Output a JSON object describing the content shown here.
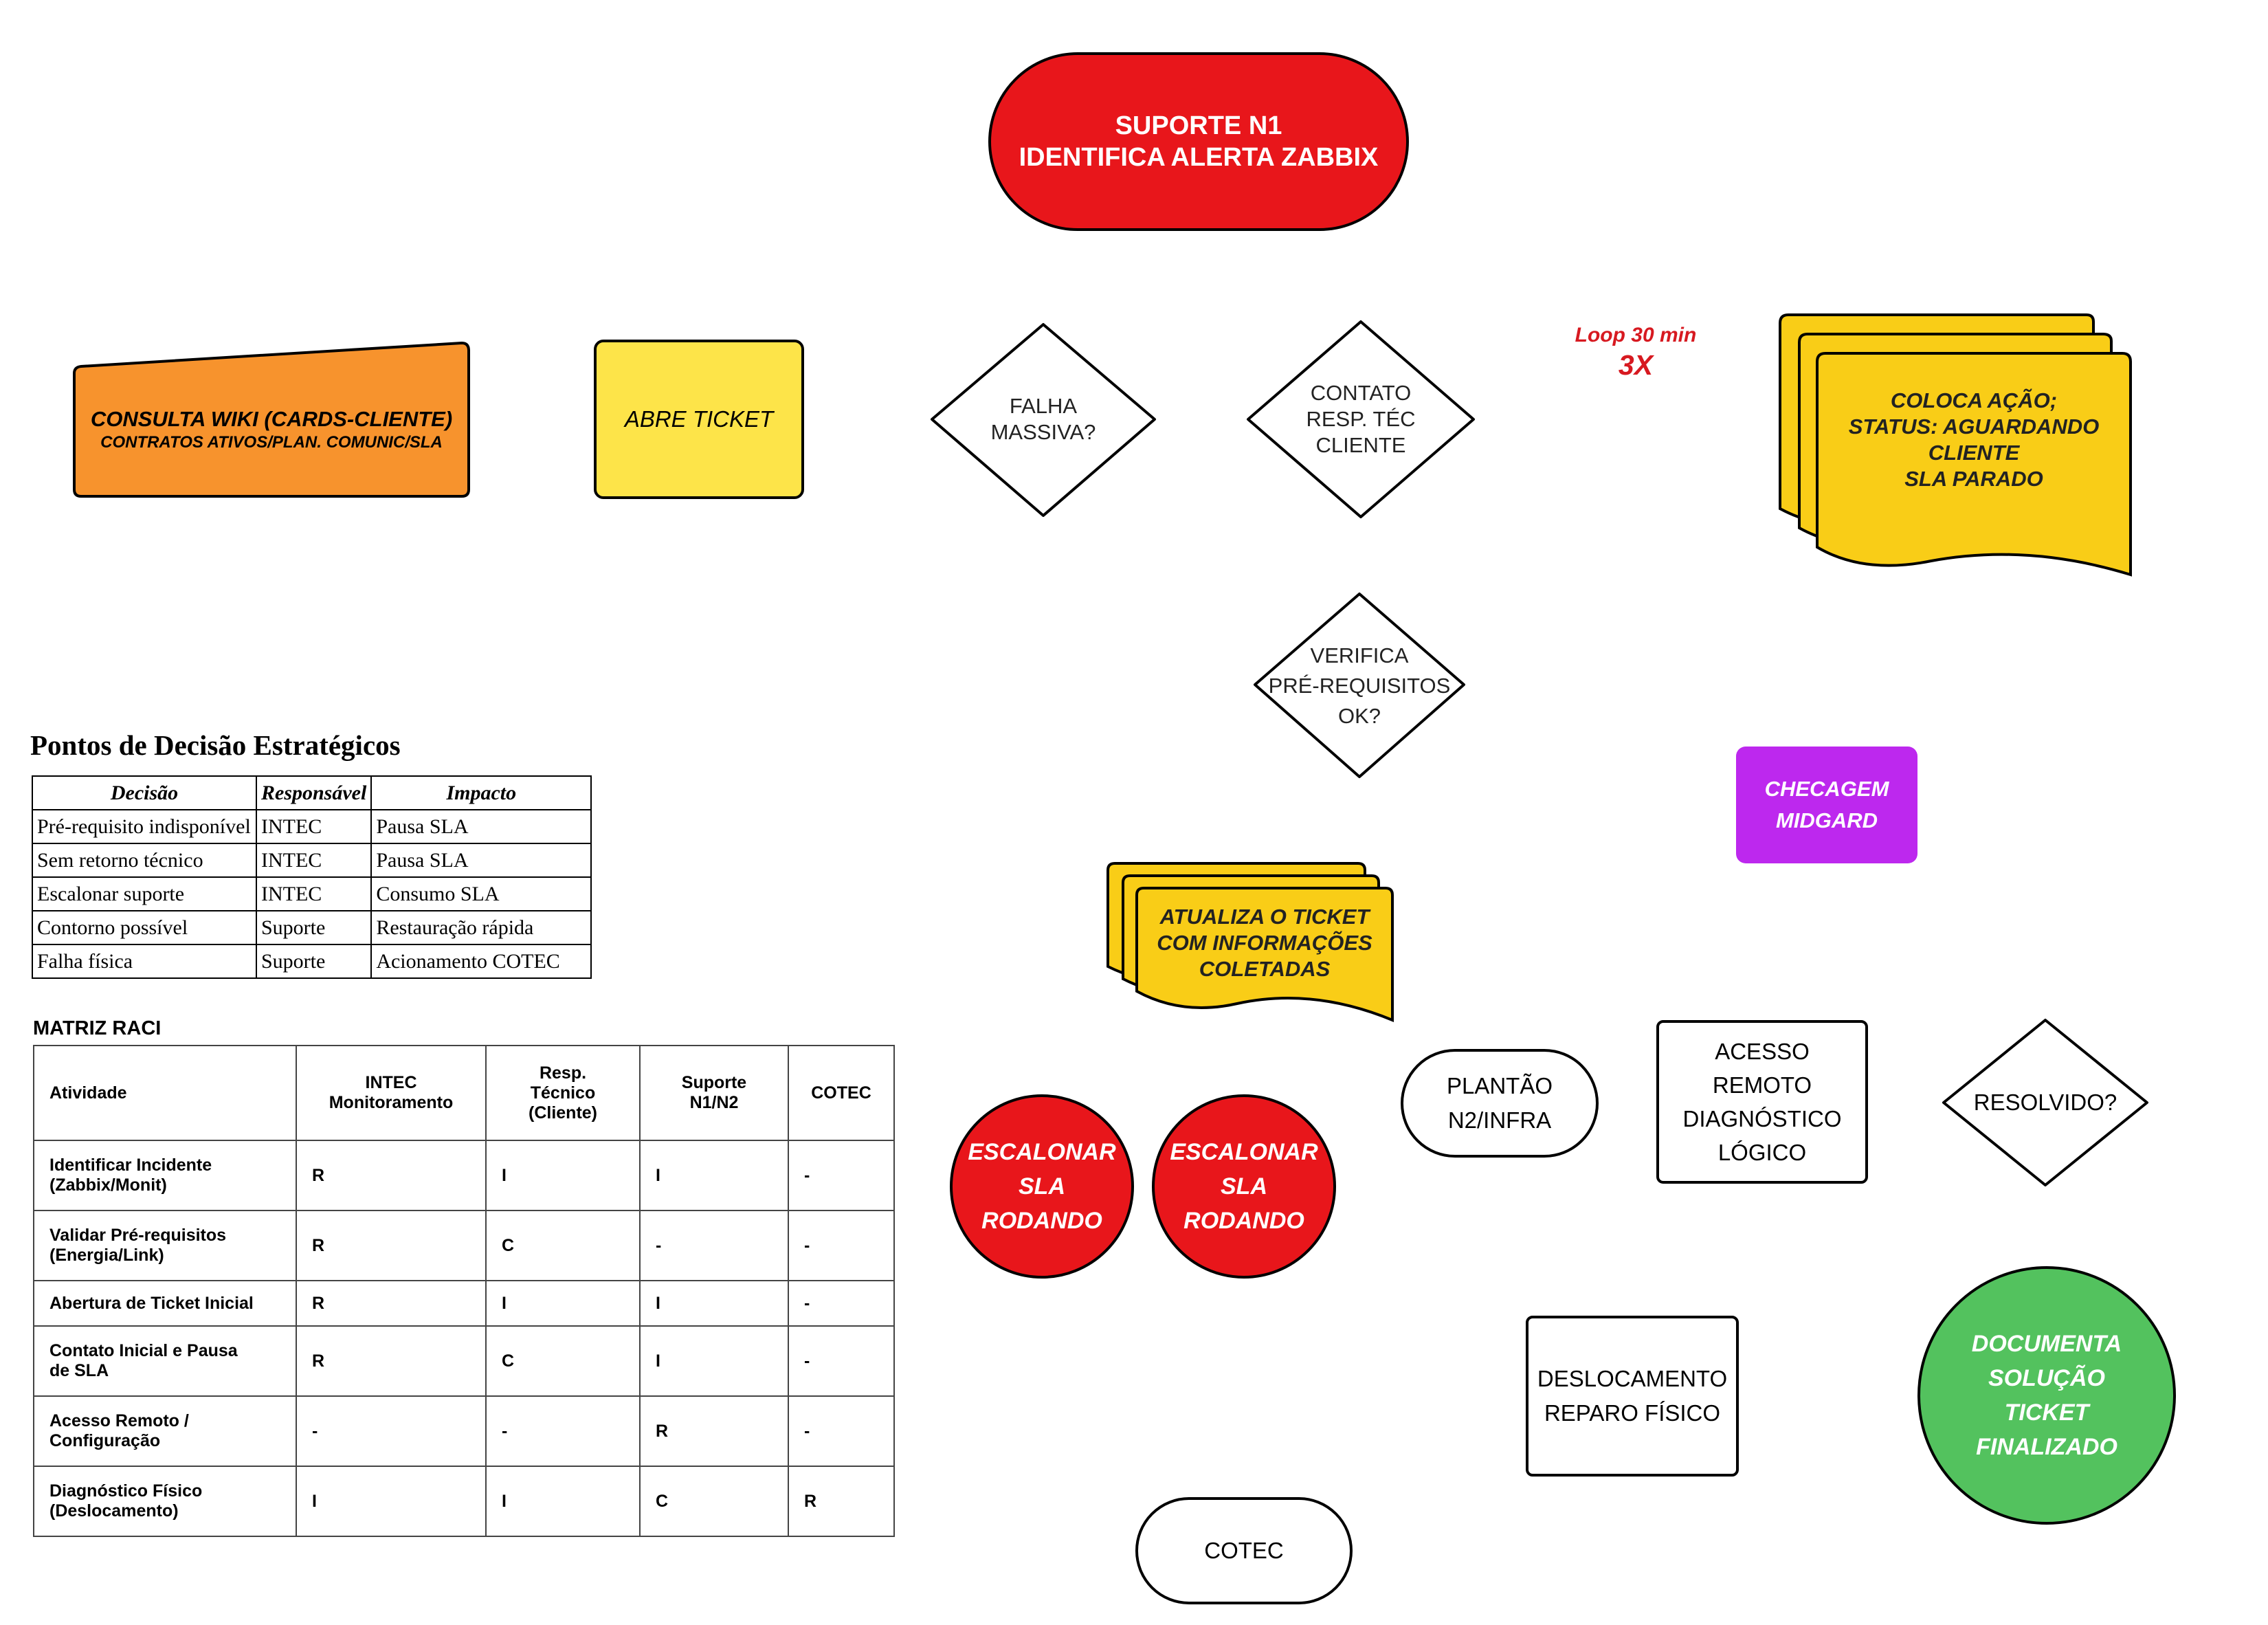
{
  "colors": {
    "red": "#e8161b",
    "orange": "#f7932d",
    "yellow_light": "#fde449",
    "yellow": "#f9cd17",
    "purple": "#bd28ee",
    "green": "#53c25e",
    "annotation_red": "#d71920"
  },
  "flow": {
    "start": {
      "line1": "SUPORTE N1",
      "line2": "IDENTIFICA ALERTA ZABBIX"
    },
    "wiki": {
      "line1": "CONSULTA WIKI (CARDS-CLIENTE)",
      "line2": "CONTRATOS ATIVOS/PLAN. COMUNIC/SLA"
    },
    "ticket": {
      "label": "ABRE TICKET"
    },
    "falha": {
      "line1": "FALHA",
      "line2": "MASSIVA?"
    },
    "contato": {
      "line1": "CONTATO",
      "line2": "RESP. TÉC",
      "line3": "CLIENTE"
    },
    "loop": {
      "line1": "Loop 30 min",
      "line2": "3X"
    },
    "acao": {
      "line1": "COLOCA AÇÃO;",
      "line2": "STATUS: AGUARDANDO",
      "line3": "CLIENTE",
      "line4": "SLA PARADO"
    },
    "verifica": {
      "line1": "VERIFICA",
      "line2": "PRÉ-REQUISITOS",
      "line3": "OK?"
    },
    "checagem": {
      "line1": "CHECAGEM",
      "line2": "MIDGARD"
    },
    "atualiza": {
      "line1": "ATUALIZA O TICKET",
      "line2": "COM INFORMAÇÕES",
      "line3": "COLETADAS"
    },
    "escalonar1": {
      "line1": "ESCALONAR",
      "line2": "SLA",
      "line3": "RODANDO"
    },
    "escalonar2": {
      "line1": "ESCALONAR",
      "line2": "SLA",
      "line3": "RODANDO"
    },
    "plantao": {
      "line1": "PLANTÃO",
      "line2": "N2/INFRA"
    },
    "acesso": {
      "line1": "ACESSO",
      "line2": "REMOTO",
      "line3": "DIAGNÓSTICO",
      "line4": "LÓGICO"
    },
    "resolvido": {
      "label": "RESOLVIDO?"
    },
    "deslocamento": {
      "line1": "DESLOCAMENTO",
      "line2": "REPARO FÍSICO"
    },
    "documenta": {
      "line1": "DOCUMENTA",
      "line2": "SOLUÇÃO",
      "line3": "TICKET",
      "line4": "FINALIZADO"
    },
    "cotec": {
      "label": "COTEC"
    }
  },
  "pontos": {
    "title": "Pontos de Decisão Estratégicos",
    "headers": [
      "Decisão",
      "Responsável",
      "Impacto"
    ],
    "rows": [
      [
        "Pré-requisito indisponível",
        "INTEC",
        "Pausa SLA"
      ],
      [
        "Sem retorno técnico",
        "INTEC",
        "Pausa SLA"
      ],
      [
        "Escalonar suporte",
        "INTEC",
        "Consumo SLA"
      ],
      [
        "Contorno possível",
        "Suporte",
        "Restauração rápida"
      ],
      [
        "Falha física",
        "Suporte",
        "Acionamento COTEC"
      ]
    ]
  },
  "raci": {
    "title": "MATRIZ RACI",
    "headers": {
      "atividade": "Atividade",
      "intec": [
        "INTEC",
        "Monitoramento"
      ],
      "resp": [
        "Resp.",
        "Técnico",
        "(Cliente)"
      ],
      "suporte": [
        "Suporte",
        "N1/N2"
      ],
      "cotec": "COTEC"
    },
    "rows": [
      {
        "a1": "Identificar Incidente",
        "a2": "(Zabbix/Monit)",
        "intec": "R",
        "resp": "I",
        "suporte": "I",
        "cotec": "-"
      },
      {
        "a1": "Validar Pré-requisitos",
        "a2": "(Energia/Link)",
        "intec": "R",
        "resp": "C",
        "suporte": "-",
        "cotec": "-"
      },
      {
        "a1": "Abertura de Ticket Inicial",
        "a2": "",
        "intec": "R",
        "resp": "I",
        "suporte": "I",
        "cotec": "-"
      },
      {
        "a1": "Contato Inicial e Pausa",
        "a2": "de SLA",
        "intec": "R",
        "resp": "C",
        "suporte": "I",
        "cotec": "-"
      },
      {
        "a1": "Acesso Remoto /",
        "a2": "Configuração",
        "intec": "-",
        "resp": "-",
        "suporte": "R",
        "cotec": "-"
      },
      {
        "a1": "Diagnóstico Físico",
        "a2": "(Deslocamento)",
        "intec": "I",
        "resp": "I",
        "suporte": "C",
        "cotec": "R"
      }
    ]
  }
}
